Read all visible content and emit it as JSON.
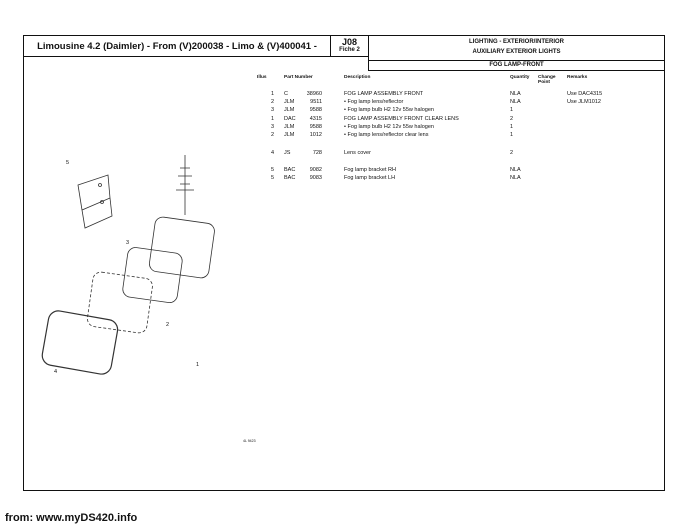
{
  "header": {
    "title": "Limousine 4.2 (Daimler) - From (V)200038 - Limo & (V)400041 -",
    "code": "J08",
    "fiche": "Fiche 2",
    "section": "LIGHTING - EXTERIOR/INTERIOR",
    "subsection": "AUXILIARY EXTERIOR LIGHTS",
    "group": "FOG LAMP-FRONT"
  },
  "table": {
    "columns": {
      "illus": "Illus",
      "part": "Part Number",
      "desc": "Description",
      "qty": "Quantity",
      "change": "Change Point",
      "remarks": "Remarks"
    },
    "rows": [
      {
        "illus": "1",
        "prefix": "C",
        "num": "38960",
        "desc": "FOG LAMP ASSEMBLY FRONT",
        "qty": "NLA",
        "remarks": "Use DAC4315"
      },
      {
        "illus": "2",
        "prefix": "JLM",
        "num": "9511",
        "desc": "• Fog lamp lens/reflector",
        "qty": "NLA",
        "remarks": "Use JLM1012"
      },
      {
        "illus": "3",
        "prefix": "JLM",
        "num": "9588",
        "desc": "• Fog lamp bulb H2 12v 55w halogen",
        "qty": "1",
        "remarks": ""
      },
      {
        "illus": "1",
        "prefix": "DAC",
        "num": "4315",
        "desc": "FOG LAMP ASSEMBLY FRONT CLEAR LENS",
        "qty": "2",
        "remarks": ""
      },
      {
        "illus": "3",
        "prefix": "JLM",
        "num": "9588",
        "desc": "• Fog lamp bulb H2 12v 55w halogen",
        "qty": "1",
        "remarks": ""
      },
      {
        "illus": "2",
        "prefix": "JLM",
        "num": "1012",
        "desc": "• Fog lamp lens/reflector  clear lens",
        "qty": "1",
        "remarks": ""
      },
      {
        "illus": "4",
        "prefix": "JS",
        "num": "728",
        "desc": "Lens cover",
        "qty": "2",
        "remarks": ""
      },
      {
        "illus": "5",
        "prefix": "BAC",
        "num": "9082",
        "desc": "Fog lamp bracket RH",
        "qty": "NLA",
        "remarks": ""
      },
      {
        "illus": "5",
        "prefix": "BAC",
        "num": "9083",
        "desc": "Fog lamp bracket LH",
        "qty": "NLA",
        "remarks": ""
      }
    ]
  },
  "diagram": {
    "callouts": [
      "5",
      "3",
      "2",
      "4",
      "1"
    ],
    "ref": "4L 9423"
  },
  "footer": "from: www.myDS420.info"
}
